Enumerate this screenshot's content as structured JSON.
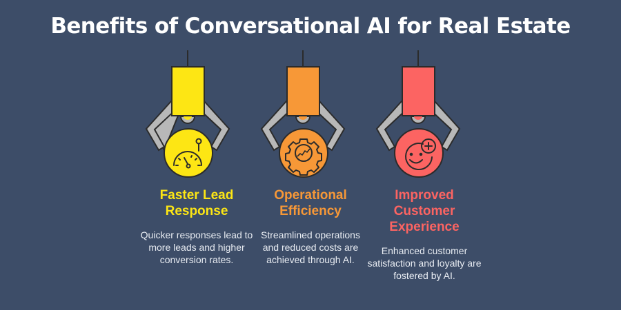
{
  "title": "Benefits of Conversational AI for Real Estate",
  "colors": {
    "background": "#3d4d68",
    "outline": "#2b2b2b",
    "claw": "#b8b8b8"
  },
  "benefits": [
    {
      "heading_line1": "Faster Lead",
      "heading_line2": "Response",
      "heading_line3": "",
      "description": "Quicker responses lead to more leads and higher conversion rates.",
      "color": "#fde614",
      "icon": "speedometer-icon"
    },
    {
      "heading_line1": "Operational",
      "heading_line2": "Efficiency",
      "heading_line3": "",
      "description": "Streamlined operations and reduced costs are achieved through AI.",
      "color": "#f79837",
      "icon": "gear-chart-icon"
    },
    {
      "heading_line1": "Improved",
      "heading_line2": "Customer",
      "heading_line3": "Experience",
      "description": "Enhanced customer satisfaction and loyalty are fostered by AI.",
      "color": "#fc6462",
      "icon": "smiley-plus-icon"
    }
  ]
}
